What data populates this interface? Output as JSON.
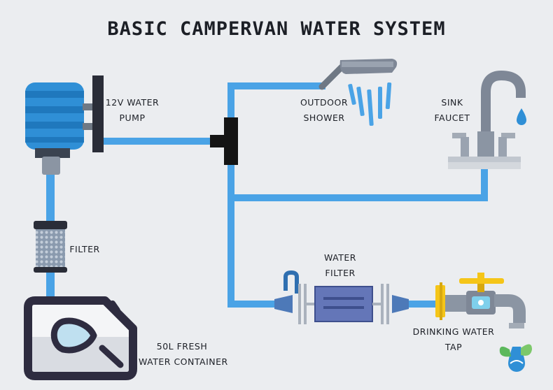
{
  "title": "BASIC CAMPERVAN WATER SYSTEM",
  "labels": {
    "pump": [
      "12V WATER",
      "PUMP"
    ],
    "filter": "FILTER",
    "container": [
      "50L FRESH",
      "WATER CONTAINER"
    ],
    "shower": [
      "OUTDOOR",
      "SHOWER"
    ],
    "sink": [
      "SINK",
      "FAUCET"
    ],
    "water_filter": [
      "WATER",
      "FILTER"
    ],
    "tap": [
      "DRINKING WATER",
      "TAP"
    ]
  },
  "colors": {
    "pipe": "#4aa3e6",
    "pump_body": "#2f8fd6",
    "outline": "#2e2c40",
    "metal": "#8b95a3",
    "valve": "#f5c518",
    "background": "#ebedf0"
  },
  "icons": [
    "water-pump-icon",
    "filter-icon",
    "water-container-icon",
    "shower-head-icon",
    "sink-faucet-icon",
    "inline-water-filter-icon",
    "drinking-tap-icon",
    "water-logo-icon"
  ]
}
